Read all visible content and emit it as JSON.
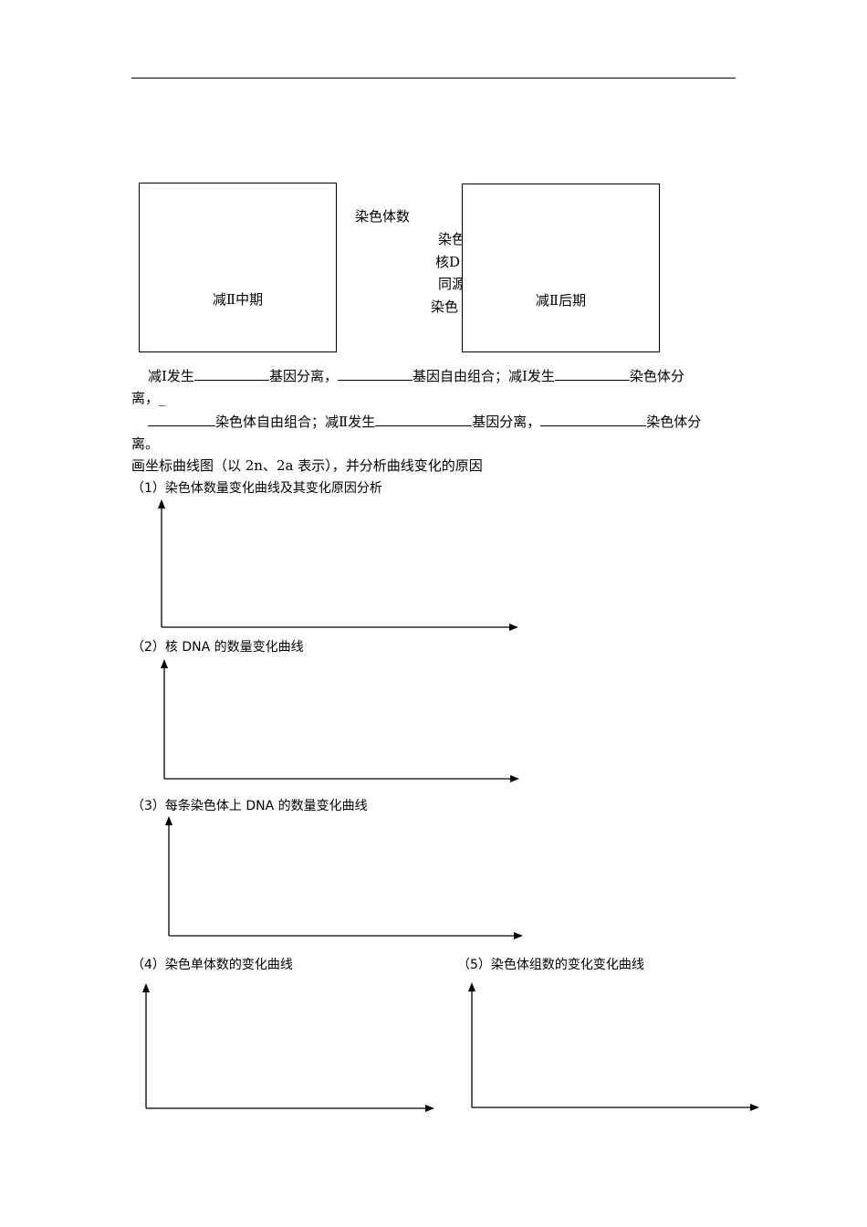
{
  "figure": {
    "left_box_label": "减Ⅱ中期",
    "right_box_label": "减Ⅱ后期",
    "middle_lines": [
      "染色体数",
      "染色",
      "核D",
      "同源",
      "染色"
    ]
  },
  "text": {
    "p1_a": "减Ⅰ发生",
    "p1_b": "基因分离，",
    "p1_c": "基因自由组合；减Ⅰ发生",
    "p1_d": "染色体分",
    "p1_e": "离，_",
    "p2_a": "染色体自由组合；减Ⅱ发生",
    "p2_b": "基因分离，",
    "p2_c": "染色体分",
    "p2_d": "离。",
    "p3": "画坐标曲线图（以 2n、2a 表示），并分析曲线变化的原因"
  },
  "graphs": [
    {
      "title": "（1）染色体数量变化曲线及其变化原因分析"
    },
    {
      "title": "（2）核 DNA 的数量变化曲线"
    },
    {
      "title": "（3）每条染色体上 DNA 的数量变化曲线"
    },
    {
      "title": "（4）染色单体数的变化曲线"
    },
    {
      "title": "（5）染色体组数的变化变化曲线"
    }
  ]
}
